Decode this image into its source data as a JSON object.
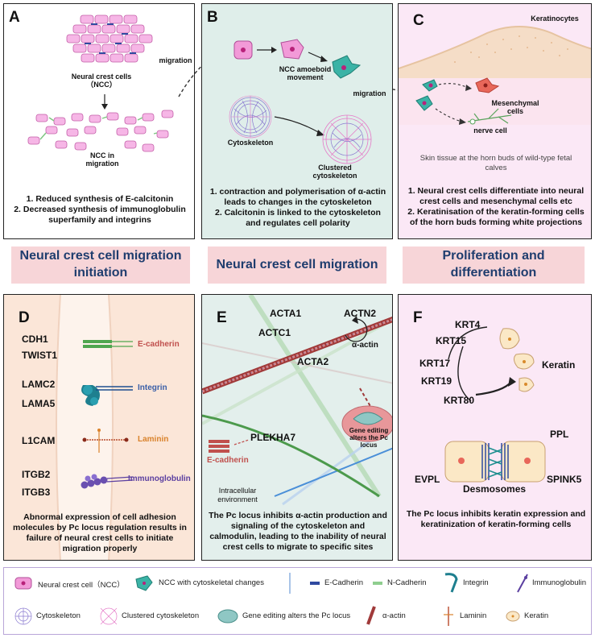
{
  "panelA": {
    "letter": "A",
    "ncc_label": "Neural crest cells（NCC）",
    "ncc_migration_label": "NCC in migration",
    "migration_arrow_label": "migration",
    "bullets": [
      "1. Reduced synthesis of E-calcitonin",
      "2. Decreased synthesis of immunoglobulin superfamily and integrins"
    ]
  },
  "panelB": {
    "letter": "B",
    "amoeboid_label": "NCC amoeboid movement",
    "migration_label": "migration",
    "cytoskeleton_label": "Cytoskeleton",
    "clustered_label": "Clustered cytoskeleton",
    "bullets": [
      "1. contraction and polymerisation of α-actin leads to changes in the cytoskeleton",
      "2. Calcitonin is linked to the cytoskeleton and regulates cell polarity"
    ]
  },
  "panelC": {
    "letter": "C",
    "keratinocytes_label": "Keratinocytes",
    "mesenchymal_label": "Mesenchymal cells",
    "nerve_label": "nerve cell",
    "caption": "Skin tissue at the horn buds of wild-type fetal calves",
    "bullets": [
      "1. Neural crest cells differentiate into neural crest cells and mesenchymal cells etc",
      "2.  Keratinisation of the keratin-forming cells of the horn buds forming white projections"
    ]
  },
  "banners": [
    "Neural crest cell migration initiation",
    "Neural crest cell migration",
    "Proliferation and differentiation"
  ],
  "panelD": {
    "letter": "D",
    "genes": [
      "CDH1",
      "TWIST1",
      "LAMC2",
      "LAMA5",
      "L1CAM",
      "ITGB2",
      "ITGB3"
    ],
    "proteins": [
      {
        "name": "E-cadherin",
        "color": "#c0504d"
      },
      {
        "name": "Integrin",
        "color": "#3a5fa8"
      },
      {
        "name": "Laminin",
        "color": "#d9822b"
      },
      {
        "name": "Immunoglobulin",
        "color": "#5b3fa0"
      }
    ],
    "caption": "Abnormal expression of cell adhesion molecules by Pc locus regulation results in failure of neural crest cells to initiate migration properly"
  },
  "panelE": {
    "letter": "E",
    "actins": [
      "ACTA1",
      "ACTN2",
      "ACTC1",
      "ACTA2"
    ],
    "alpha_actin": "α-actin",
    "plekha7": "PLEKHA7",
    "ecadherin": "E-cadherin",
    "intracellular": "Intracellular environment",
    "gene_editing": "Gene editing alters the Pc locus",
    "caption": "The Pc locus inhibits α-actin production and signaling of the cytoskeleton and calmodulin, leading to the inability of neural crest cells to migrate to specific sites"
  },
  "panelF": {
    "letter": "F",
    "krts": [
      "KRT4",
      "KRT15",
      "KRT17",
      "KRT19",
      "KRT80"
    ],
    "keratin_label": "Keratin",
    "desmo_genes": [
      "PPL",
      "EVPL",
      "SPINK5"
    ],
    "desmosomes_label": "Desmosomes",
    "caption": "The Pc locus inhibits keratin expression and keratinization of keratin-forming cells"
  },
  "legend": {
    "row1": [
      "Neural crest cell（NCC）",
      "NCC with cytoskeletal changes",
      "E-Cadherin",
      "N-Cadherin",
      "Integrin",
      "Immunoglobulin"
    ],
    "row2": [
      "Cytoskeleton",
      "Clustered cytoskeleton",
      "Gene editing alters the Pc locus",
      "α-actin",
      "Laminin",
      "Keratin"
    ]
  },
  "colors": {
    "ncc_pink": "#f29ad8",
    "ncc_teal": "#3bb3a6",
    "banner_bg": "#f7d5d8",
    "banner_text": "#1f3d6e",
    "panelB_bg": "#dfeeea",
    "panelD_bg": "#fbe6d8",
    "panelE_bg": "#e3efec",
    "panelF_bg": "#fbe8f6"
  }
}
